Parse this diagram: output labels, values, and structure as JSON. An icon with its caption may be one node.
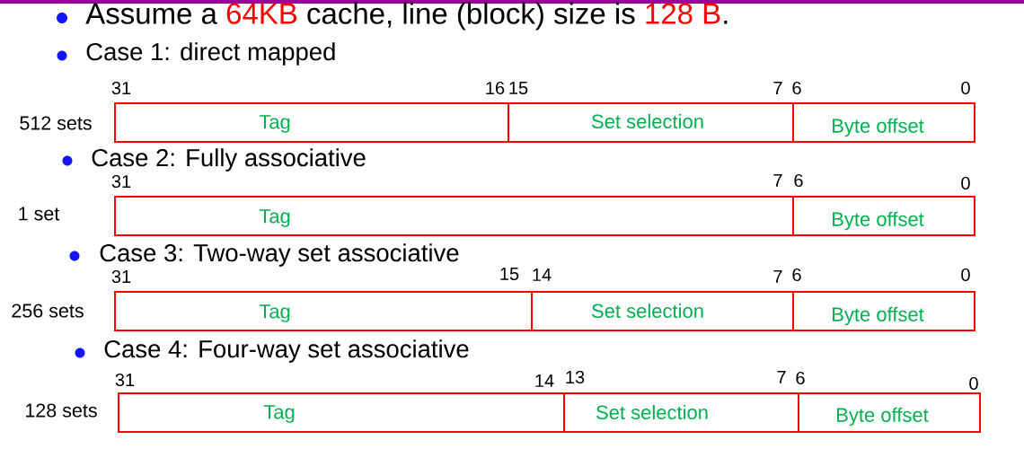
{
  "diagram": {
    "nodes": [
      {
        "text": [
          "Tag"
        ]
      },
      {
        "text": [
          "Set selection"
        ]
      },
      {
        "text": [
          "Byte offset"
        ]
      },
      {
        "text": [
          "Tag"
        ]
      },
      {
        "text": [
          "Byte offset"
        ]
      },
      {
        "text": [
          "Tag"
        ]
      },
      {
        "text": [
          "Set selection"
        ]
      },
      {
        "text": [
          "Byte offset"
        ]
      },
      {
        "text": [
          "Tag"
        ]
      },
      {
        "text": [
          "Set selection"
        ]
      },
      {
        "text": [
          "Byte offset"
        ]
      }
    ],
    "labels": [
      "Assume a",
      "64KB",
      "cache, line (block) size is",
      "128 B",
      ".",
      "Case 1: direct mapped",
      "31",
      "16",
      "15",
      "7",
      "6",
      "0",
      "512 sets",
      "Case 2: Fully associative",
      "31",
      "7",
      "6",
      "0",
      "1 set",
      "Case 3: Two-way set associative",
      "31",
      "15",
      "14",
      "7",
      "6",
      "0",
      "256 sets",
      "Case 4: Four-way set associative",
      "31",
      "14",
      "13",
      "7",
      "6",
      "0",
      "128 sets"
    ]
  }
}
